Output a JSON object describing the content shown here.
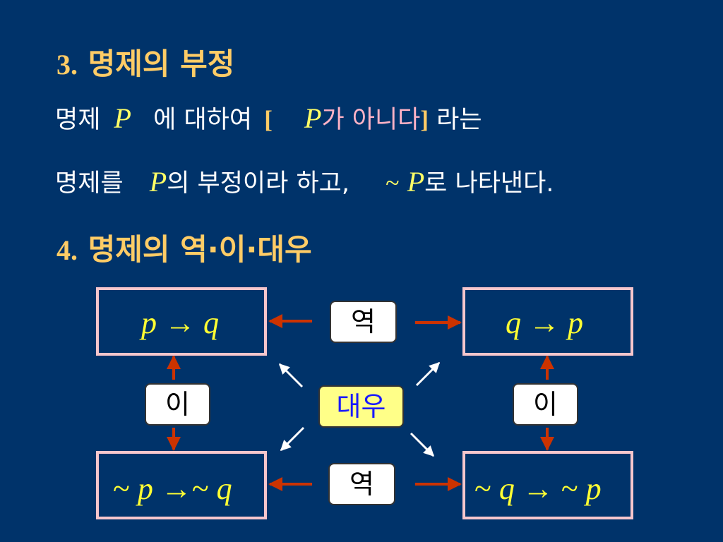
{
  "heading3": {
    "num": "3.",
    "text": "명제의 부정"
  },
  "line1": {
    "a": "명제",
    "p": "P",
    "b": "에 대하여",
    "bracket_open": "[",
    "p2": "P",
    "c": "가 아니다",
    "bracket_close": "]",
    "d": "라는"
  },
  "line2": {
    "a": "명제를",
    "p": "P",
    "b": "의 부정이라 하고,",
    "tilde": "~",
    "p2": "P",
    "c": "로 나타낸다."
  },
  "heading4": {
    "num": "4.",
    "text": "명제의 역·이·대우"
  },
  "boxes": {
    "tl": {
      "a": "p",
      "arrow": "→",
      "b": "q"
    },
    "tr": {
      "a": "q",
      "arrow": "→",
      "b": "p"
    },
    "bl": {
      "t1": "~",
      "a": "p",
      "arrow": "→",
      "t2": "~",
      "b": "q"
    },
    "br": {
      "t1": "~",
      "a": "q",
      "arrow": "→",
      "t2": "~",
      "b": "p"
    }
  },
  "labels": {
    "converse_top": "역",
    "converse_bottom": "역",
    "inverse_left": "이",
    "inverse_right": "이",
    "contrapositive": "대우"
  },
  "colors": {
    "background": "#00336a",
    "heading": "#ffcc66",
    "math": "#ffff33",
    "box_border": "#f6c6cc",
    "red_arrow": "#cc3300",
    "contrapositive_bg": "#ffff88"
  }
}
